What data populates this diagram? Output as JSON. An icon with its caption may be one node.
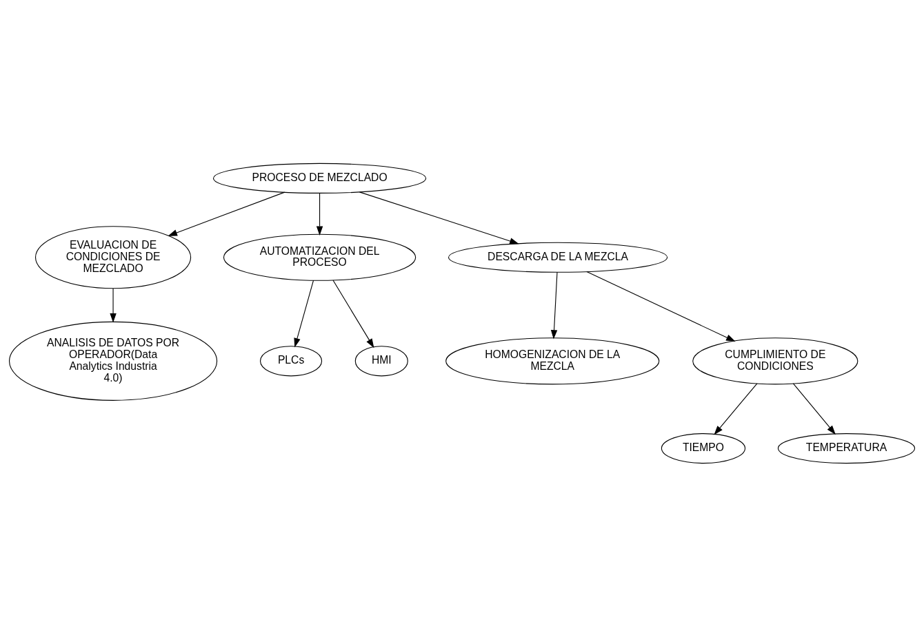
{
  "diagram": {
    "nodes": [
      {
        "text": [
          "PROCESO DE MEZCLADO"
        ]
      },
      {
        "text": [
          "EVALUACION DE CONDICIONES DE MEZCLADO"
        ]
      },
      {
        "text": [
          "ANALISIS DE DATOS POR OPERADOR(Data Analytics Industria 4.0)"
        ]
      },
      {
        "text": [
          "AUTOMATIZACION DEL PROCESO"
        ]
      },
      {
        "text": [
          "PLCs"
        ]
      },
      {
        "text": [
          "HMI"
        ]
      },
      {
        "text": [
          "DESCARGA DE LA MEZCLA"
        ]
      },
      {
        "text": [
          "HOMOGENIZACION DE LA MEZCLA"
        ]
      },
      {
        "text": [
          "CUMPLIMIENTO DE CONDICIONES"
        ]
      },
      {
        "text": [
          "TIEMPO"
        ]
      },
      {
        "text": [
          "TEMPERATURA"
        ]
      }
    ],
    "edges": [
      {
        "from": 0,
        "to": 1,
        "arrow": "to"
      },
      {
        "from": 1,
        "to": 2,
        "arrow": "to"
      },
      {
        "from": 0,
        "to": 3,
        "arrow": "to"
      },
      {
        "from": 3,
        "to": 4,
        "arrow": "to"
      },
      {
        "from": 3,
        "to": 5,
        "arrow": "to"
      },
      {
        "from": 0,
        "to": 6,
        "arrow": "to"
      },
      {
        "from": 6,
        "to": 7,
        "arrow": "to"
      },
      {
        "from": 6,
        "to": 8,
        "arrow": "to"
      },
      {
        "from": 8,
        "to": 9,
        "arrow": "to"
      },
      {
        "from": 8,
        "to": 10,
        "arrow": "to"
      }
    ]
  }
}
